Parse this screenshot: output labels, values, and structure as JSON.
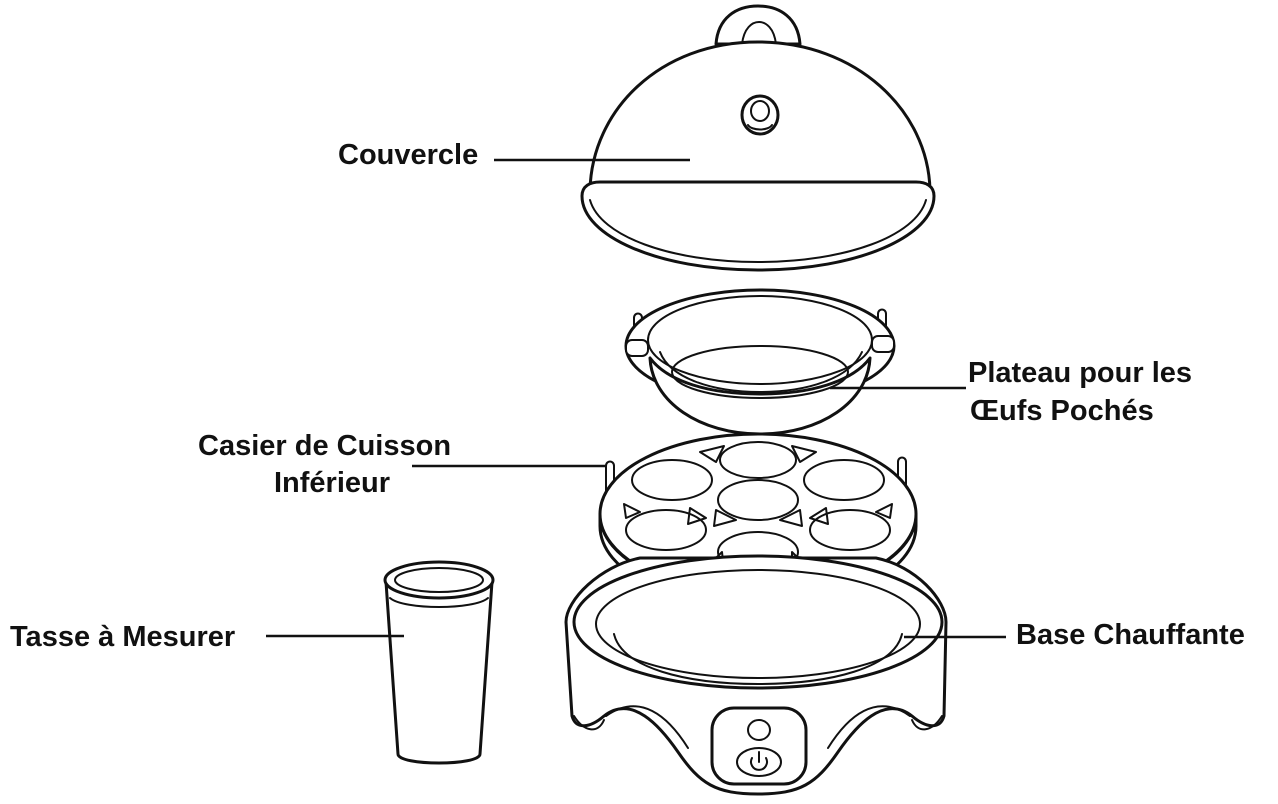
{
  "labels": {
    "lid": "Couvercle",
    "poach_tray_line1": "Plateau pour les",
    "poach_tray_line2": "Œufs Pochés",
    "lower_rack_line1": "Casier de Cuisson",
    "lower_rack_line2": "Inférieur",
    "measuring_cup": "Tasse à Mesurer",
    "heating_base": "Base Chauffante"
  },
  "colors": {
    "ink": "#111111",
    "background": "#ffffff"
  },
  "icons": {
    "power_button": "power-icon"
  }
}
